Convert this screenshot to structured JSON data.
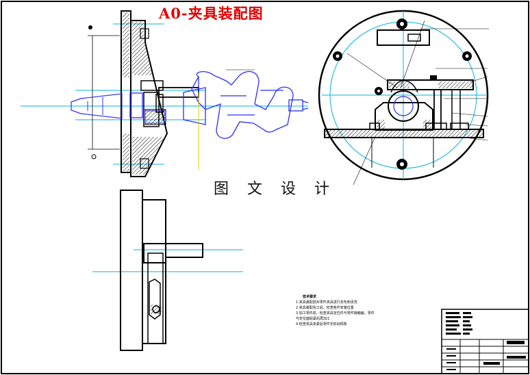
{
  "title": "A0-夹具装配图",
  "watermark": "图 文 设 计",
  "colors": {
    "title": "#e00000",
    "outline": "#000000",
    "centerline": "#00b4dc",
    "part": "#2a2aff",
    "hatch": "#000000"
  },
  "notes": {
    "heading": "技术要求",
    "lines": [
      "1 夹具装配前对零件夹具进行去毛刺清洗",
      "2 夹具装配完工后，检查各件安装位置",
      "3 加工零件前，检查夹具定位件与零件接触面，零件",
      "  与定位面贴紧后再加工",
      "4 检查夹具夹紧后零件无松动现象"
    ]
  }
}
